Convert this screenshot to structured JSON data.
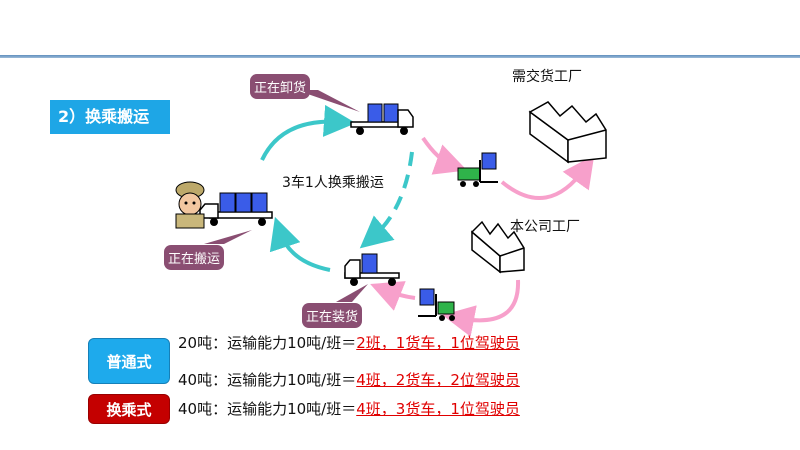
{
  "section_title": "2）换乘搬运",
  "factories": {
    "customer": "需交货工厂",
    "own": "本公司工厂"
  },
  "center_label": "3车1人换乘搬运",
  "callouts": {
    "unloading": "正在卸货",
    "transporting": "正在搬运",
    "loading": "正在装货"
  },
  "modes": {
    "normal": "普通式",
    "relay": "换乘式"
  },
  "rows": [
    {
      "calc": "20吨：运输能力10吨/班＝",
      "result": "2班，1货车，1位驾驶员"
    },
    {
      "calc": "40吨：运输能力10吨/班＝",
      "result": "4班，2货车，2位驾驶员"
    },
    {
      "calc": "40吨：运输能力10吨/班＝",
      "result": "4班，3货车，1位驾驶员"
    }
  ],
  "colors": {
    "accent_blue": "#1ea6e6",
    "relay_red": "#c40000",
    "callout": "#8a4e72",
    "result_red": "#e00000",
    "cycle_arrow": "#3cc7c9",
    "factory_arrow": "#f7a0cb"
  }
}
